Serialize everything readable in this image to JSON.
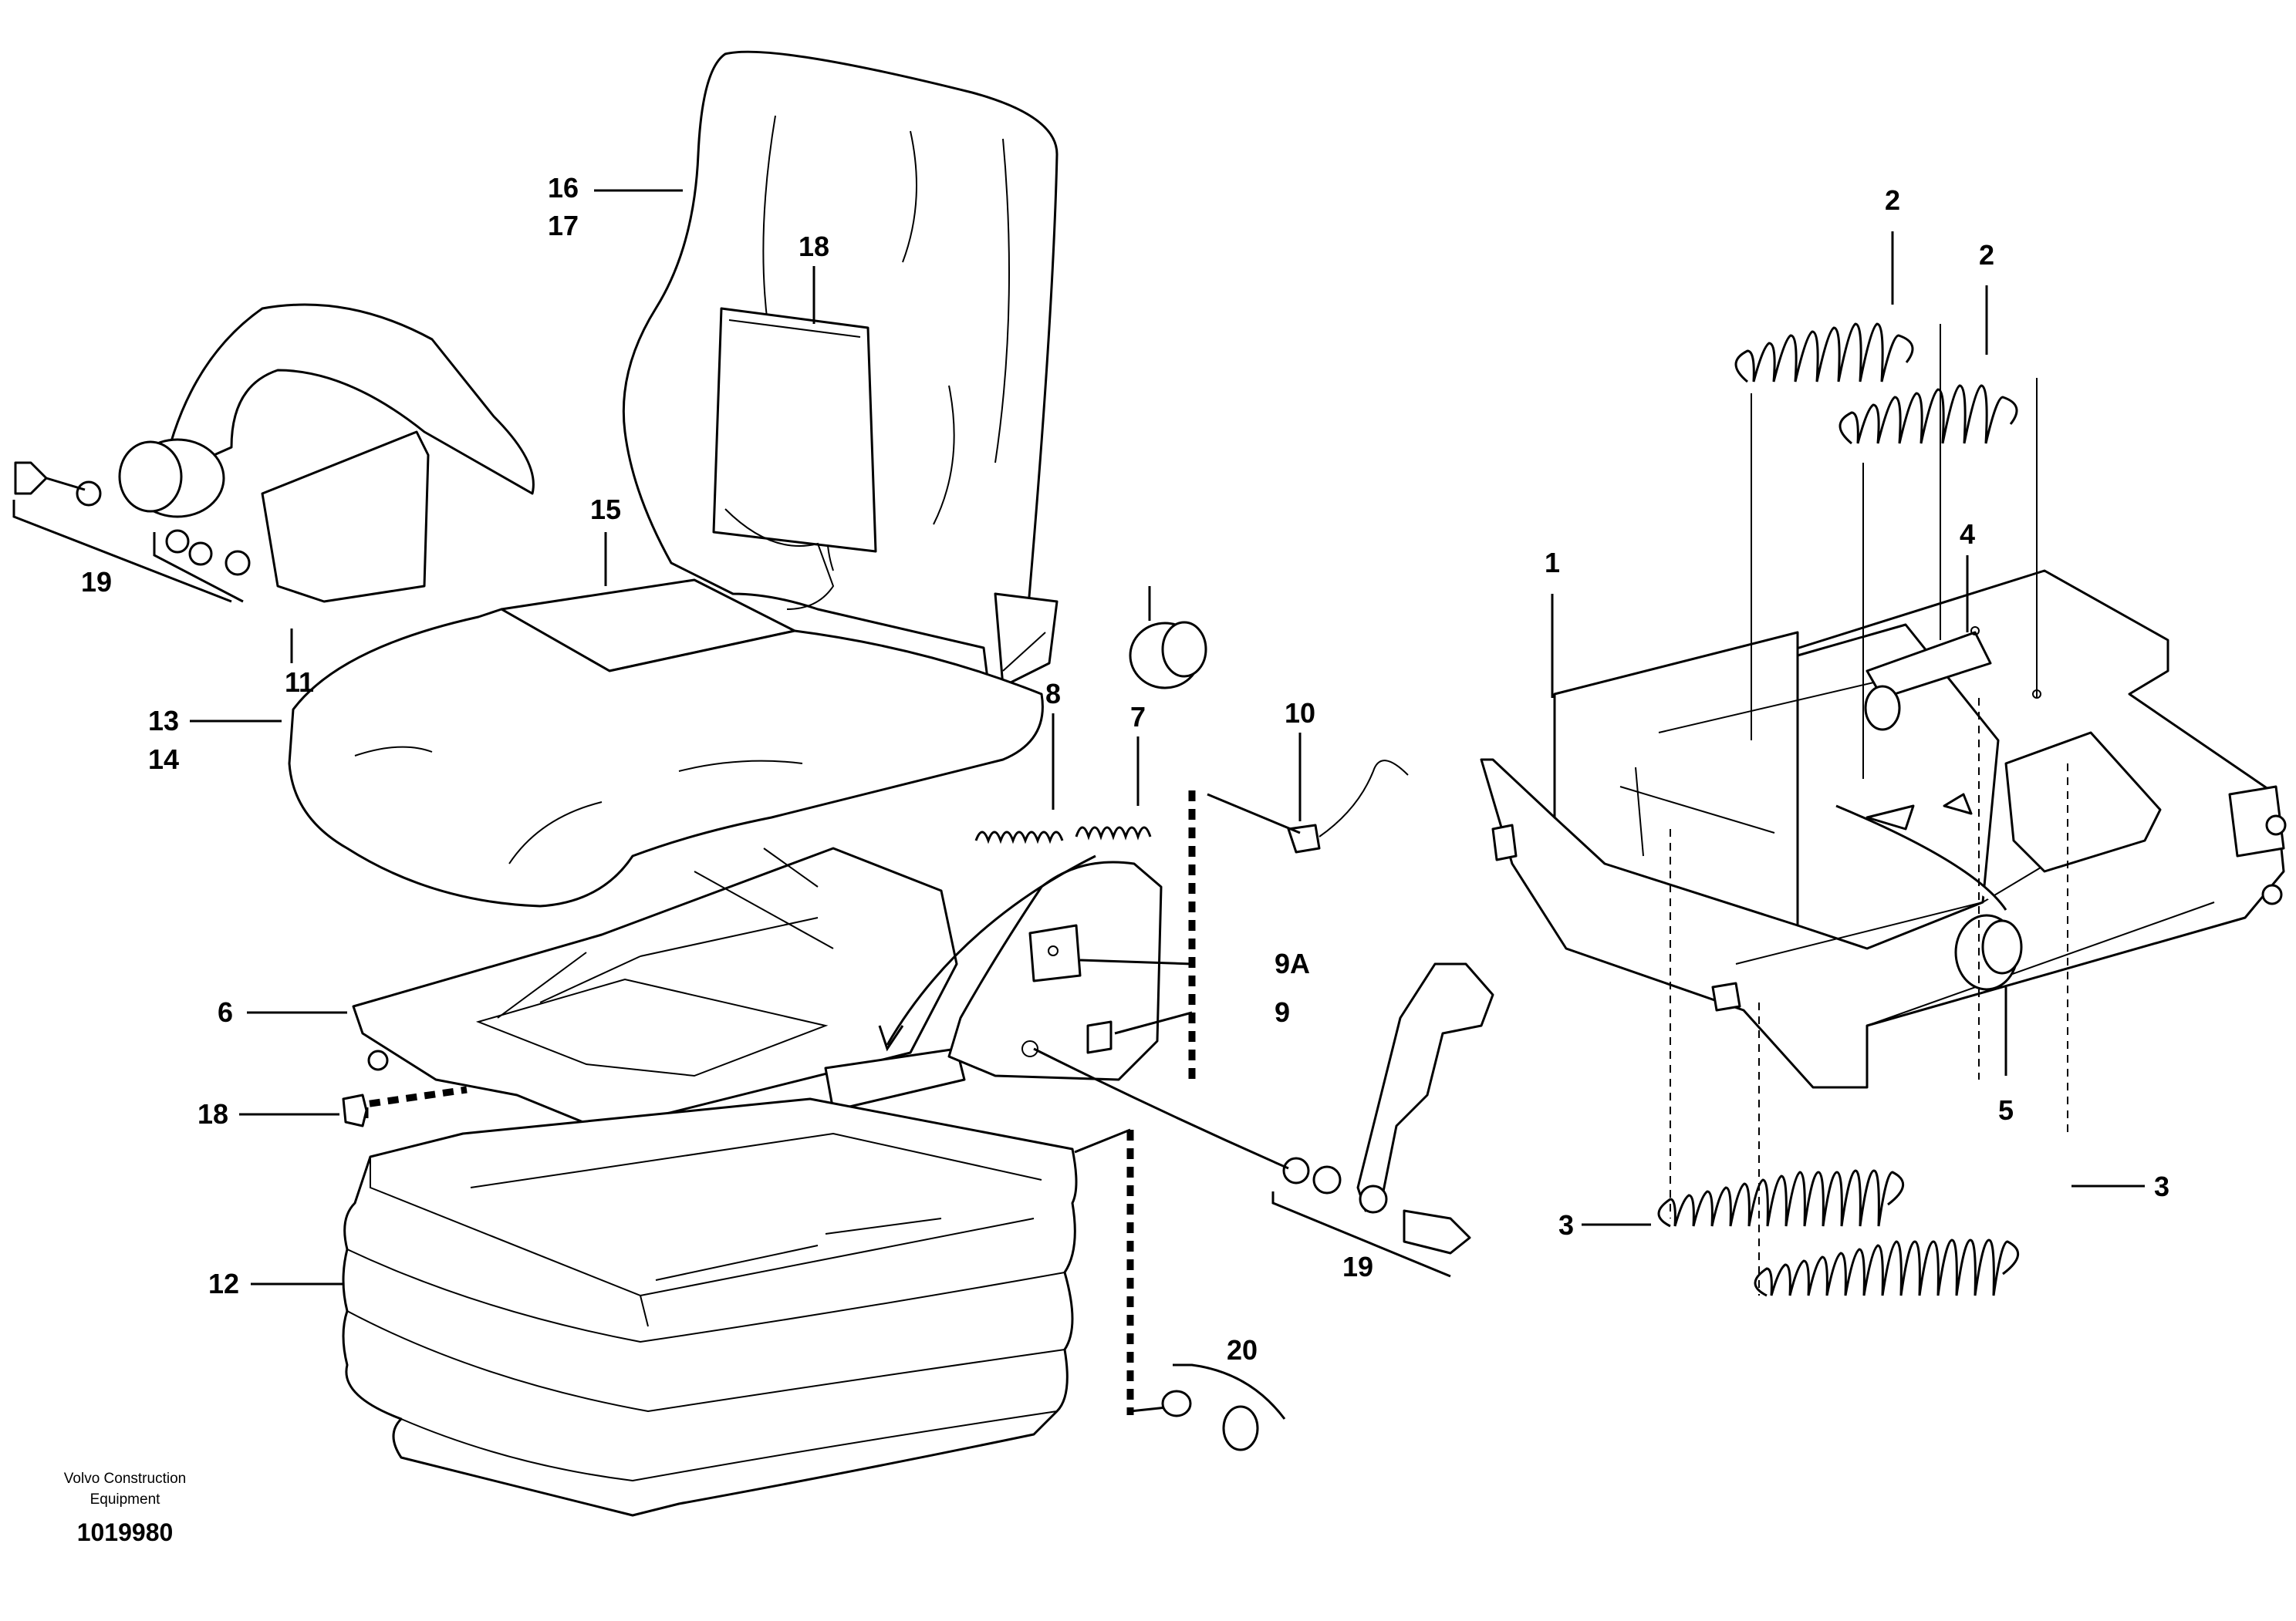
{
  "callouts": {
    "c1": "1",
    "c2a": "2",
    "c2b": "2",
    "c3a": "3",
    "c3b": "3",
    "c4": "4",
    "c5": "5",
    "c6": "6",
    "c7": "7",
    "c8": "8",
    "c9": "9",
    "c9a": "9A",
    "c10": "10",
    "c11": "11",
    "c12": "12",
    "c13": "13",
    "c14": "14",
    "c15": "15",
    "c16": "16",
    "c17": "17",
    "c18a": "18",
    "c18b": "18",
    "c19a": "19",
    "c19b": "19",
    "c20": "20"
  },
  "footer": {
    "company_line1": "Volvo Construction",
    "company_line2": "Equipment",
    "drawing_number": "1019980"
  }
}
